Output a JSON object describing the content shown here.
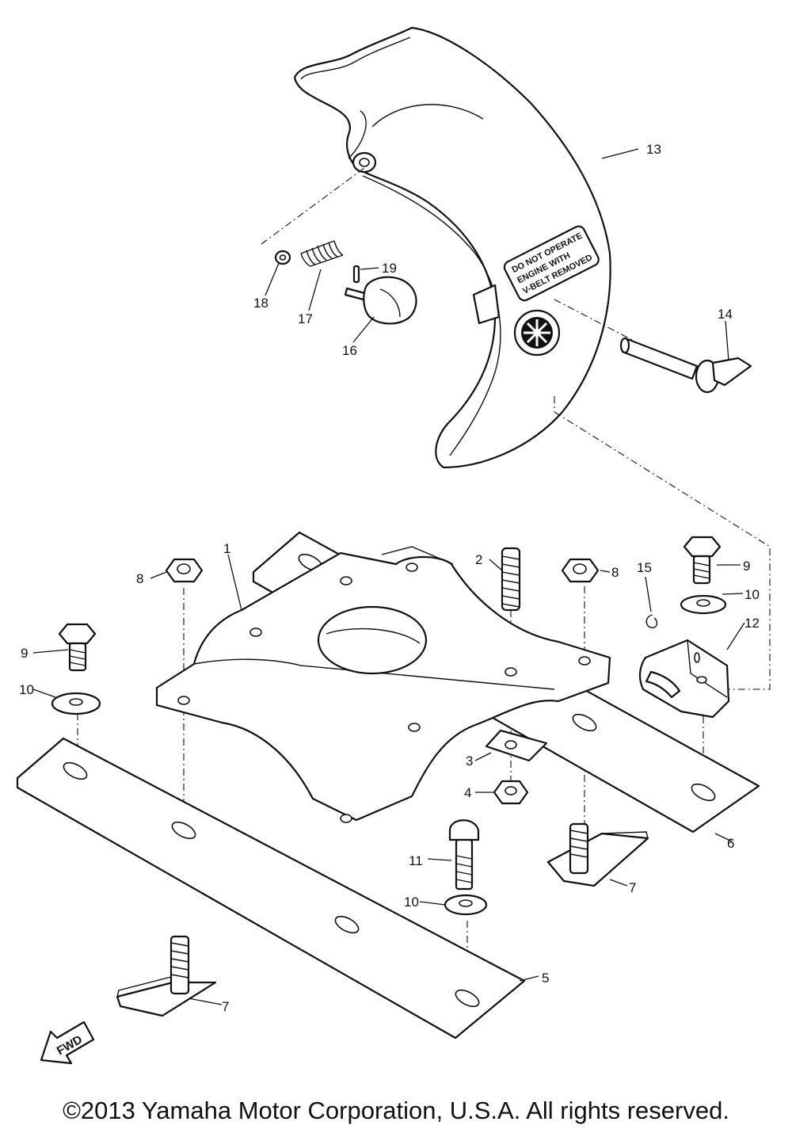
{
  "diagram": {
    "part_labels": {
      "p1": "1",
      "p2": "2",
      "p3": "3",
      "p4": "4",
      "p5": "5",
      "p6": "6",
      "p7a": "7",
      "p7b": "7",
      "p8a": "8",
      "p8b": "8",
      "p9a": "9",
      "p9b": "9",
      "p10a": "10",
      "p10b": "10",
      "p10c": "10",
      "p11": "11",
      "p12": "12",
      "p13": "13",
      "p14": "14",
      "p15": "15",
      "p16": "16",
      "p17": "17",
      "p18": "18",
      "p19": "19"
    },
    "decal": {
      "line1": "DO NOT OPERATE",
      "line2": "ENGINE WITH",
      "line3": "V-BELT REMOVED"
    },
    "fwd_arrow": "FWD"
  },
  "copyright": "©2013 Yamaha Motor Corporation, U.S.A. All rights reserved."
}
